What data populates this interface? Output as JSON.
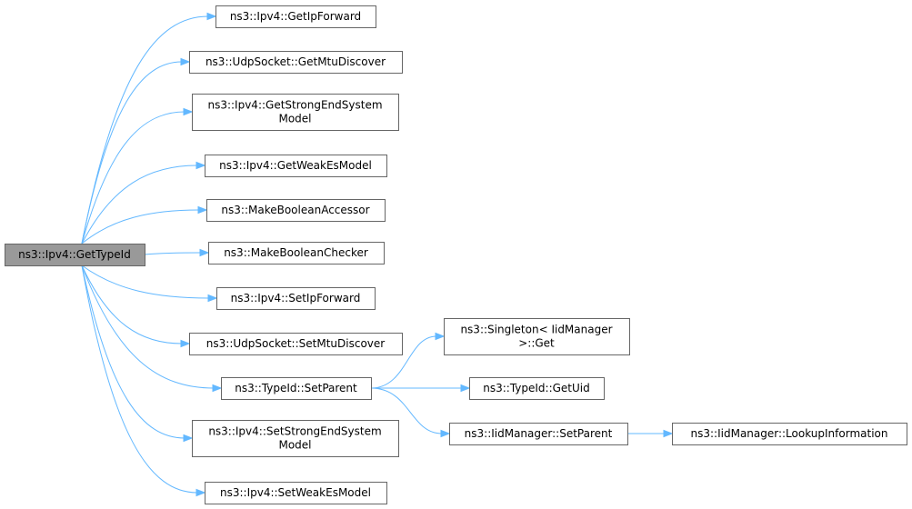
{
  "graph": {
    "colors": {
      "edge": "#63b8ff",
      "node_border": "#666666",
      "node_fill": "#ffffff",
      "root_fill": "#999999"
    },
    "nodes": [
      {
        "id": "get-type-id",
        "lines": [
          "ns3::Ipv4::GetTypeId"
        ],
        "root": true
      },
      {
        "id": "get-ip-forward",
        "lines": [
          "ns3::Ipv4::GetIpForward"
        ]
      },
      {
        "id": "get-mtu-discover",
        "lines": [
          "ns3::UdpSocket::GetMtuDiscover"
        ]
      },
      {
        "id": "get-strong-end-system-model",
        "lines": [
          "ns3::Ipv4::GetStrongEndSystem",
          "Model"
        ]
      },
      {
        "id": "get-weak-es-model",
        "lines": [
          "ns3::Ipv4::GetWeakEsModel"
        ]
      },
      {
        "id": "make-boolean-accessor",
        "lines": [
          "ns3::MakeBooleanAccessor"
        ]
      },
      {
        "id": "make-boolean-checker",
        "lines": [
          "ns3::MakeBooleanChecker"
        ]
      },
      {
        "id": "set-ip-forward",
        "lines": [
          "ns3::Ipv4::SetIpForward"
        ]
      },
      {
        "id": "set-mtu-discover",
        "lines": [
          "ns3::UdpSocket::SetMtuDiscover"
        ]
      },
      {
        "id": "type-id-set-parent",
        "lines": [
          "ns3::TypeId::SetParent"
        ]
      },
      {
        "id": "set-strong-end-system-model",
        "lines": [
          "ns3::Ipv4::SetStrongEndSystem",
          "Model"
        ]
      },
      {
        "id": "set-weak-es-model",
        "lines": [
          "ns3::Ipv4::SetWeakEsModel"
        ]
      },
      {
        "id": "singleton-get",
        "lines": [
          "ns3::Singleton< IidManager",
          ">::Get"
        ]
      },
      {
        "id": "type-id-get-uid",
        "lines": [
          "ns3::TypeId::GetUid"
        ]
      },
      {
        "id": "iid-manager-set-parent",
        "lines": [
          "ns3::IidManager::SetParent"
        ]
      },
      {
        "id": "iid-manager-lookup-information",
        "lines": [
          "ns3::IidManager::LookupInformation"
        ]
      }
    ],
    "edges": [
      [
        "get-type-id",
        "get-ip-forward"
      ],
      [
        "get-type-id",
        "get-mtu-discover"
      ],
      [
        "get-type-id",
        "get-strong-end-system-model"
      ],
      [
        "get-type-id",
        "get-weak-es-model"
      ],
      [
        "get-type-id",
        "make-boolean-accessor"
      ],
      [
        "get-type-id",
        "make-boolean-checker"
      ],
      [
        "get-type-id",
        "set-ip-forward"
      ],
      [
        "get-type-id",
        "set-mtu-discover"
      ],
      [
        "get-type-id",
        "type-id-set-parent"
      ],
      [
        "get-type-id",
        "set-strong-end-system-model"
      ],
      [
        "get-type-id",
        "set-weak-es-model"
      ],
      [
        "type-id-set-parent",
        "singleton-get"
      ],
      [
        "type-id-set-parent",
        "type-id-get-uid"
      ],
      [
        "type-id-set-parent",
        "iid-manager-set-parent"
      ],
      [
        "iid-manager-set-parent",
        "iid-manager-lookup-information"
      ]
    ]
  }
}
